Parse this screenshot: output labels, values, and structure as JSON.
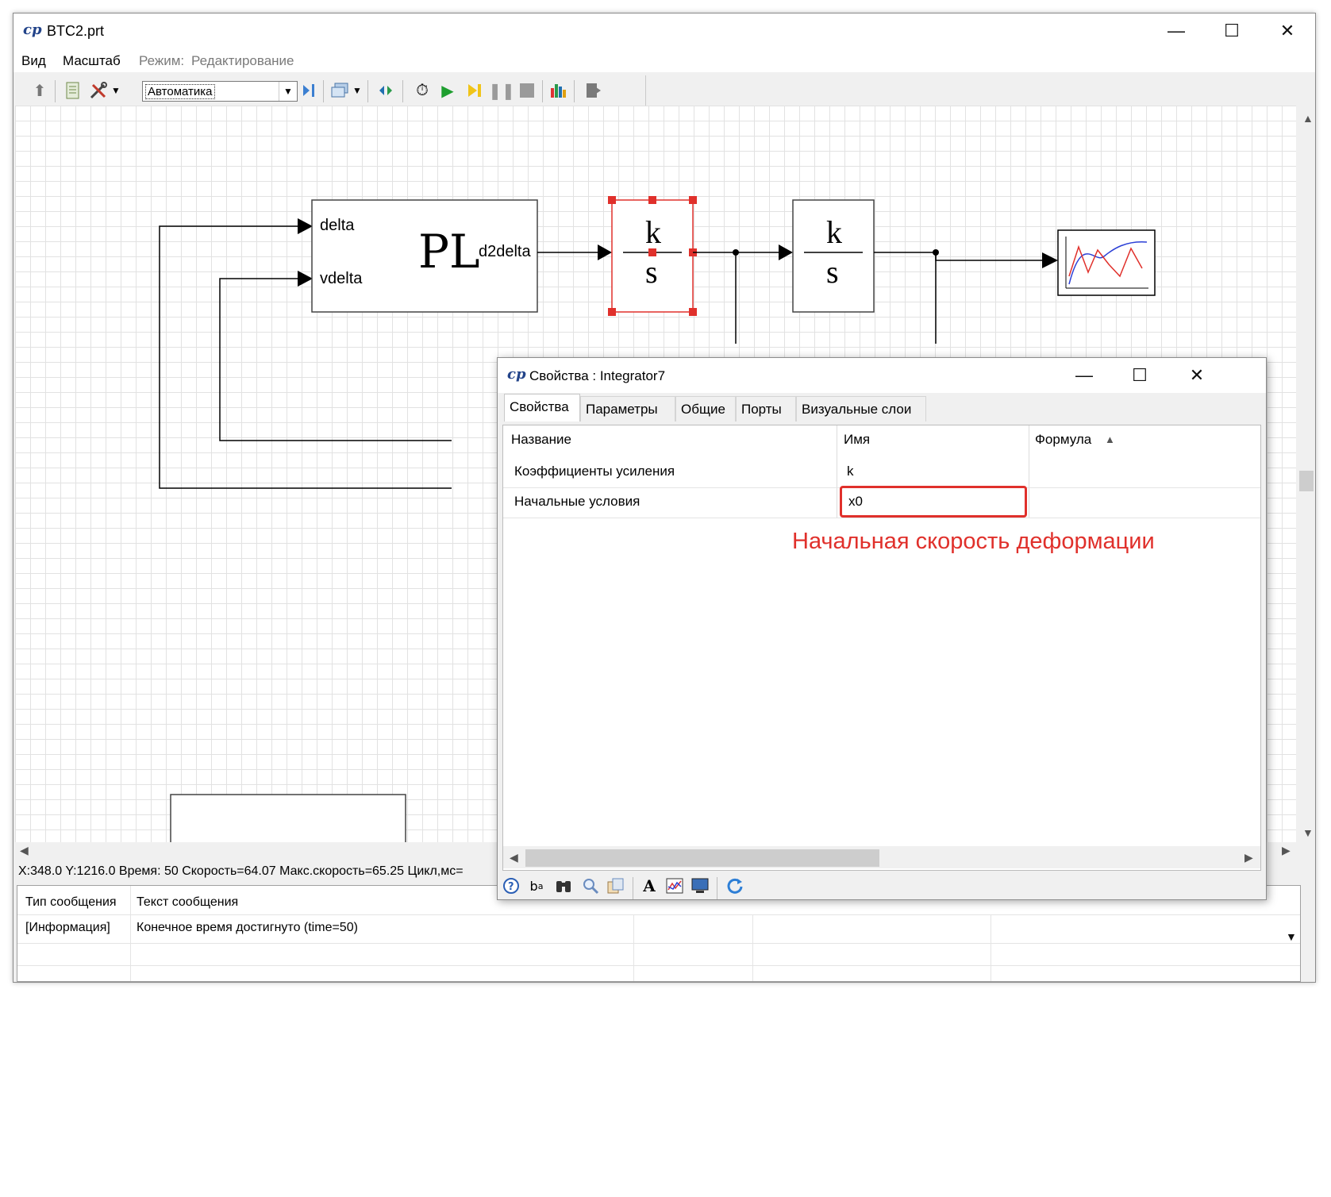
{
  "window": {
    "title": "BTC2.prt",
    "logo": "cp",
    "controls": {
      "minimize": "—",
      "maximize": "☐",
      "close": "✕"
    }
  },
  "menu": {
    "view": "Вид",
    "zoom": "Масштаб",
    "mode_label": "Режим:",
    "mode_value": "Редактирование"
  },
  "toolbar": {
    "mode_select_value": "Автоматика",
    "icons": [
      "up-arrow-icon",
      "script-icon",
      "tools-icon",
      "dropdown-icon",
      "mode-select",
      "step-icon",
      "windows-icon",
      "dropdown-icon",
      "sync-icon",
      "stopwatch-icon",
      "play-icon",
      "step-forward-icon",
      "pause-icon",
      "stop-icon",
      "chart-icon",
      "exit-icon"
    ]
  },
  "diagram": {
    "pl_block": {
      "title": "PL",
      "in1": "delta",
      "in2": "vdelta",
      "out": "d2delta"
    },
    "integrator1": {
      "num": "k",
      "den": "s"
    },
    "integrator2": {
      "num": "k",
      "den": "s"
    }
  },
  "status": {
    "text": "X:348.0  Y:1216.0 Время: 50 Скорость=64.07 Макс.скорость=65.25 Цикл,мс="
  },
  "messages": {
    "headers": [
      "Тип сообщения",
      "Текст сообщения"
    ],
    "rows": [
      {
        "type": "[Информация]",
        "text": "Конечное время достигнуто (time=50)"
      }
    ]
  },
  "props": {
    "title": "Свойства : Integrator7",
    "tabs": [
      "Свойства",
      "Параметры",
      "Общие",
      "Порты",
      "Визуальные слои"
    ],
    "columns": {
      "name": "Название",
      "id": "Имя",
      "formula": "Формула",
      "sort_indicator": "▲"
    },
    "rows": [
      {
        "name": "Коэффициенты усиления",
        "id": "k",
        "formula": ""
      },
      {
        "name": "Начальные условия",
        "id": "x0",
        "formula": ""
      }
    ],
    "annotation": "Начальная скорость деформации",
    "annotation_color": "#e0302b",
    "bottom_icons": [
      "help-icon",
      "rename-icon",
      "binoculars-icon",
      "magnifier-icon",
      "copy-icon",
      "font-icon",
      "plot-icon",
      "screen-icon",
      "refresh-icon"
    ]
  }
}
